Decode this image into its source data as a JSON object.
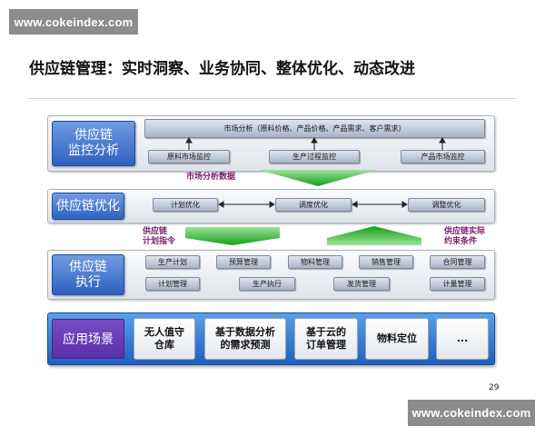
{
  "watermark": "www.cokeindex.com",
  "title": "供应链管理：实时洞察、业务协同、整体优化、动态改进",
  "monitor": {
    "label": "供应链\n监控分析",
    "market_analysis": "市场分析（原料价格、产品价格、产品需求、客户需求）",
    "items": [
      "原料市场监控",
      "生产过程监控",
      "产品市场监控"
    ]
  },
  "arrow1_label": "市场分析数据",
  "optimize": {
    "label": "供应链优化",
    "items": [
      "计划优化",
      "调度优化",
      "调整优化"
    ]
  },
  "left_arrow_label": "供应链\n计划指令",
  "right_arrow_label": "供应链实际\n约束条件",
  "execute": {
    "label": "供应链\n执行",
    "row1": [
      "生产计划",
      "预算管理",
      "物料管理",
      "销售管理",
      "合同管理"
    ],
    "row2": [
      "计划管理",
      "生产执行",
      "发货管理",
      "计量管理"
    ]
  },
  "scenes": {
    "label": "应用场景",
    "items": [
      "无人值守\n仓库",
      "基于数据分析\n的需求预测",
      "基于云的\n订单管理",
      "物料定位",
      "..."
    ]
  },
  "page_number": "29",
  "colors": {
    "label_blue": "#3a6fcc",
    "scene_purple": "#6a3cb8",
    "arrow_green": "#1fa02a",
    "annotation": "#7a1d6b"
  }
}
